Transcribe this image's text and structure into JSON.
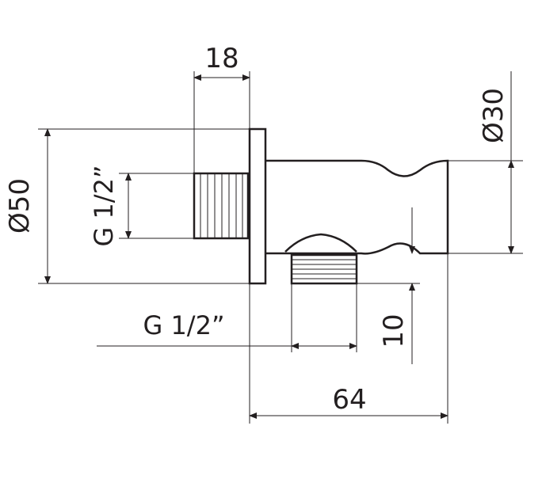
{
  "dimensions": {
    "flange_depth": "18",
    "total_length": "64",
    "outlet_height": "10",
    "outer_diameter": "Ø50",
    "holder_diameter": "Ø30",
    "inlet_thread": "G 1/2”",
    "outlet_thread": "G 1/2”"
  },
  "colors": {
    "line": "#231f20",
    "background": "#ffffff"
  }
}
